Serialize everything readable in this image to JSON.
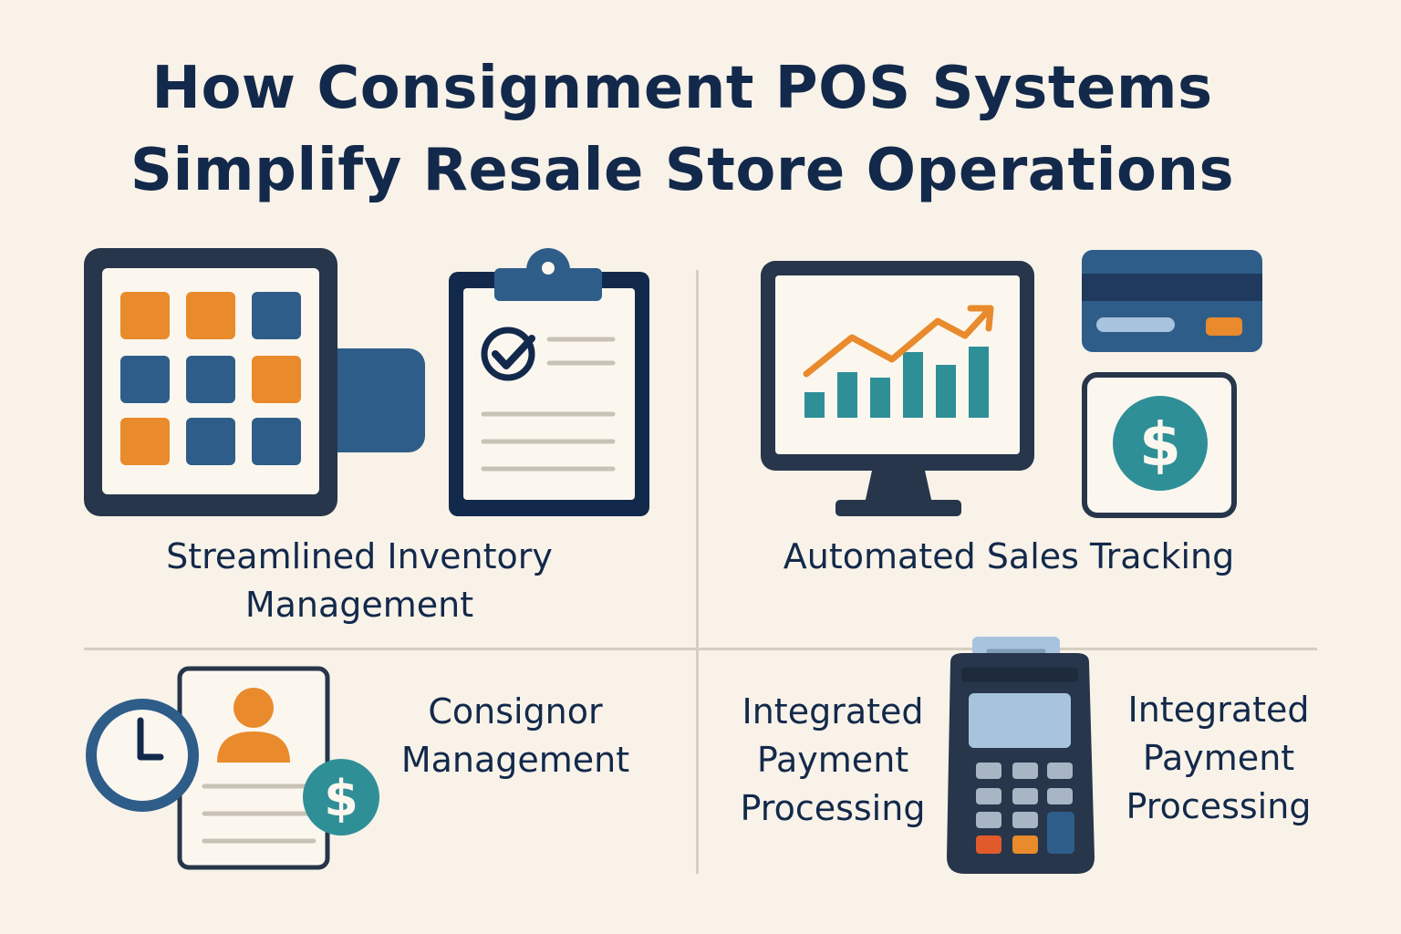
{
  "title": {
    "line1": "How Consignment POS Systems",
    "line2": "Simplify Resale Store Operations"
  },
  "colors": {
    "background": "#f8f2e8",
    "navy": "#13294b",
    "dark_slate": "#27364a",
    "blue": "#2f5d8a",
    "orange": "#e98a2c",
    "teal": "#2f8f97",
    "paper": "#fbf7ef",
    "divider": "#d5cec2"
  },
  "sections": {
    "inventory": {
      "label_line1": "Streamlined Inventory",
      "label_line2": "Management",
      "icons": [
        "pos-tablet-icon",
        "clipboard-checklist-icon"
      ]
    },
    "sales": {
      "label": "Automated Sales Tracking",
      "icons": [
        "monitor-chart-icon",
        "credit-card-icon",
        "dollar-card-icon"
      ]
    },
    "consignor": {
      "label_line1": "Consignor",
      "label_line2": "Management",
      "icons": [
        "clock-icon",
        "profile-card-icon",
        "dollar-coin-icon"
      ]
    },
    "payment": {
      "label_left_line1": "Integrated",
      "label_left_line2": "Payment",
      "label_left_line3": "Processing",
      "label_right_line1": "Integrated",
      "label_right_line2": "Payment",
      "label_right_line3": "Processing",
      "icons": [
        "card-terminal-icon"
      ]
    }
  }
}
